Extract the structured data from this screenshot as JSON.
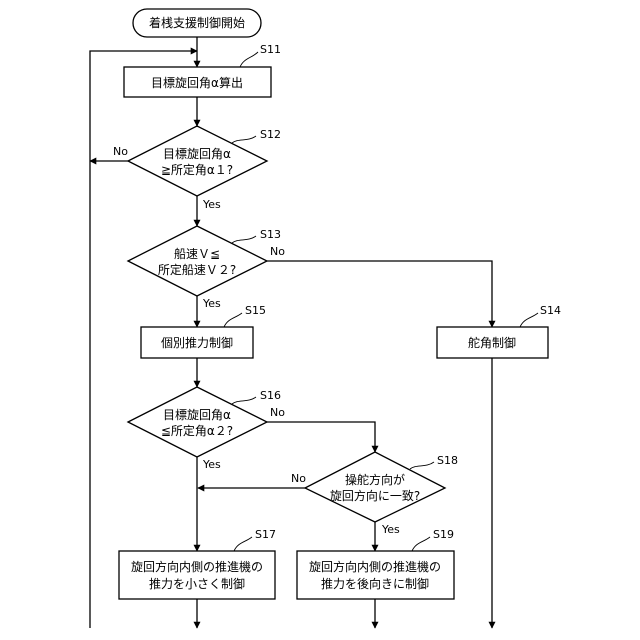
{
  "start": "着桟支援制御開始",
  "steps": {
    "s11": {
      "id": "S11",
      "text": "目標旋回角α算出"
    },
    "s12": {
      "id": "S12",
      "line1": "目標旋回角α",
      "line2": "≧所定角α１?"
    },
    "s13": {
      "id": "S13",
      "line1": "船速Ｖ≦",
      "line2": "所定船速Ｖ２?"
    },
    "s14": {
      "id": "S14",
      "text": "舵角制御"
    },
    "s15": {
      "id": "S15",
      "text": "個別推力制御"
    },
    "s16": {
      "id": "S16",
      "line1": "目標旋回角α",
      "line2": "≦所定角α２?"
    },
    "s17": {
      "id": "S17",
      "line1": "旋回方向内側の推進機の",
      "line2": "推力を小さく制御"
    },
    "s18": {
      "id": "S18",
      "line1": "操舵方向が",
      "line2": "旋回方向に一致?"
    },
    "s19": {
      "id": "S19",
      "line1": "旋回方向内側の推進機の",
      "line2": "推力を後向きに制御"
    }
  },
  "labels": {
    "yes": "Yes",
    "no": "No"
  }
}
